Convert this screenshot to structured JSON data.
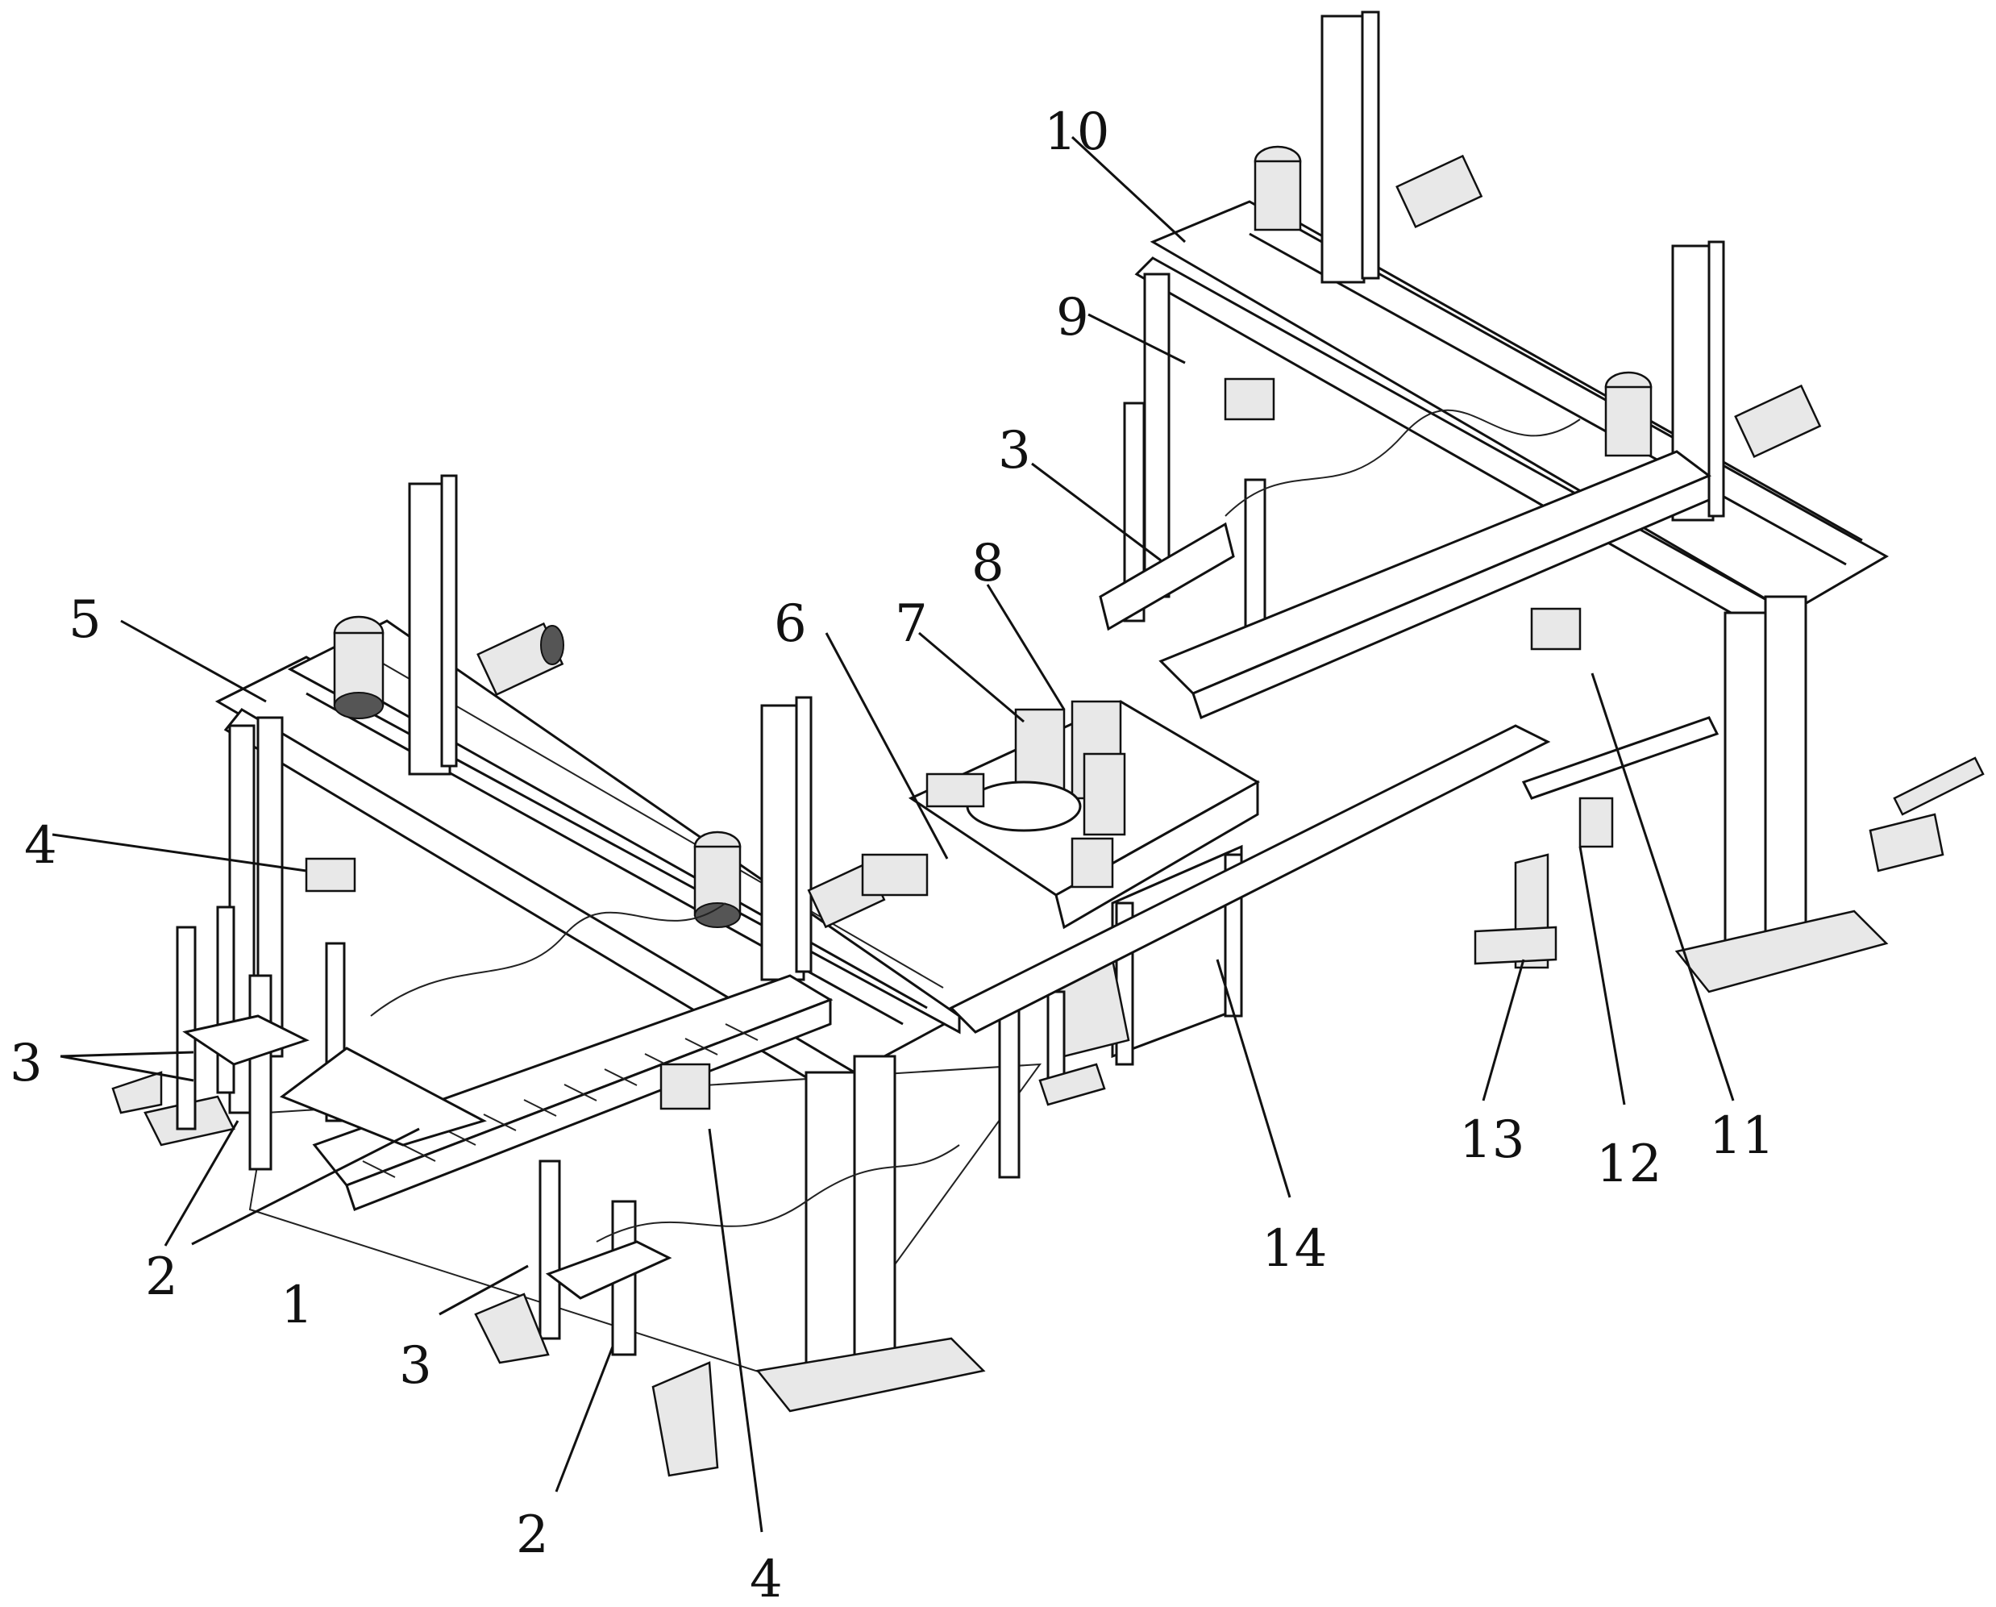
{
  "labels": {
    "l1": "1",
    "l2a": "2",
    "l2b": "2",
    "l3a": "3",
    "l3b": "3",
    "l3c": "3",
    "l4a": "4",
    "l4b": "4",
    "l5": "5",
    "l6": "6",
    "l7": "7",
    "l8": "8",
    "l9": "9",
    "l10": "10",
    "l11": "11",
    "l12": "12",
    "l13": "13",
    "l14": "14"
  }
}
